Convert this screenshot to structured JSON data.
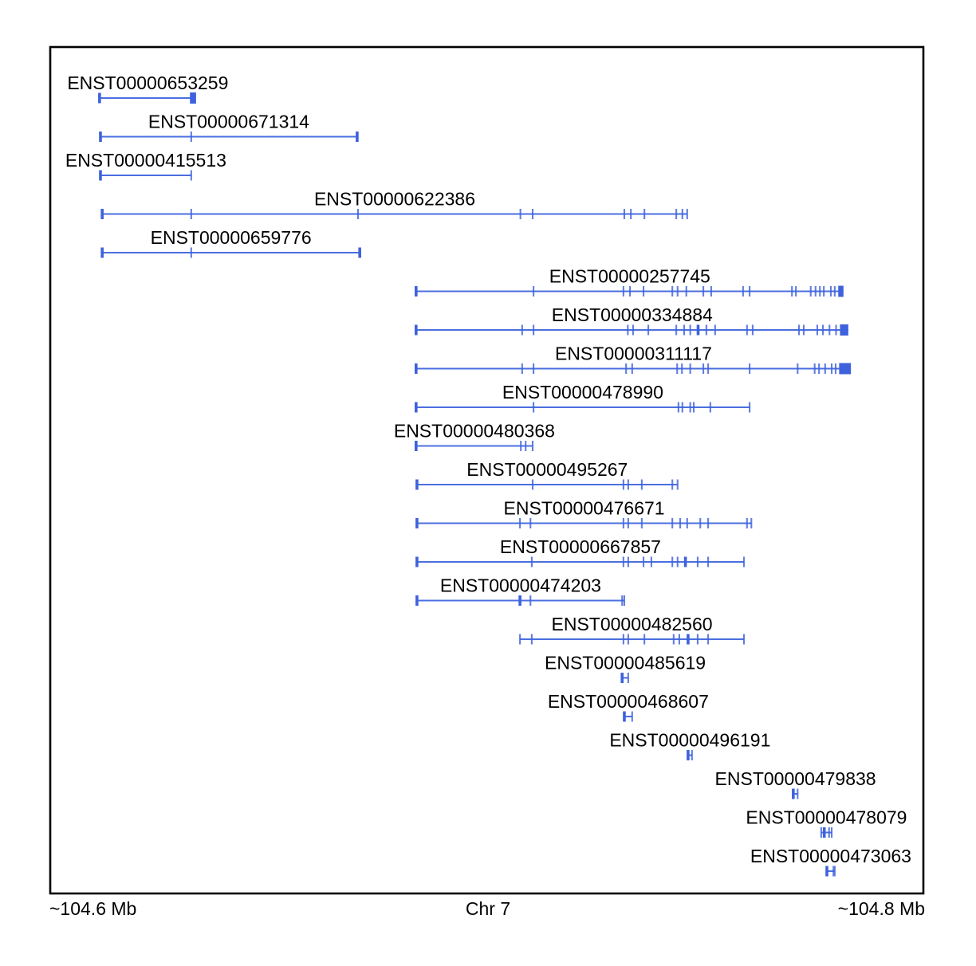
{
  "figure": {
    "background_color": "#ffffff",
    "border_color": "#000000",
    "line_color": "#4b6fe0",
    "exon_color": "#3e62dc",
    "label_color": "#000000"
  },
  "axis": {
    "left_label": "~104.6 Mb",
    "center_label": "Chr 7",
    "right_label": "~104.8 Mb"
  },
  "chart_data": {
    "type": "gene-transcript-track",
    "chromosome": "Chr 7",
    "x_range_mb": [
      104.6,
      104.8
    ],
    "x_axis_note": "positions approximate, read from ~104.6 Mb to ~104.8 Mb axis",
    "transcripts": [
      {
        "id": "ENST00000653259",
        "start_mb": 104.6113,
        "end_mb": 104.6334,
        "thick_ticks_mb": [
          104.6113
        ],
        "ticks_mb": [],
        "box_mb": [
          104.632,
          104.6334
        ]
      },
      {
        "id": "ENST00000671314",
        "start_mb": 104.6115,
        "end_mb": 104.6703,
        "thick_ticks_mb": [
          104.6115,
          104.6703
        ],
        "ticks_mb": [
          104.6323
        ],
        "box_mb": null
      },
      {
        "id": "ENST00000415513",
        "start_mb": 104.6115,
        "end_mb": 104.6323,
        "thick_ticks_mb": [
          104.6115
        ],
        "ticks_mb": [
          104.6323
        ],
        "box_mb": null
      },
      {
        "id": "ENST00000622386",
        "start_mb": 104.6119,
        "end_mb": 104.7459,
        "thick_ticks_mb": [
          104.6119
        ],
        "ticks_mb": [
          104.6323,
          104.6705,
          104.7077,
          104.7105,
          104.7315,
          104.733,
          104.7361,
          104.7434,
          104.7448,
          104.7459
        ],
        "box_mb": null
      },
      {
        "id": "ENST00000659776",
        "start_mb": 104.6119,
        "end_mb": 104.6709,
        "thick_ticks_mb": [
          104.6119,
          104.6709
        ],
        "ticks_mb": [
          104.6323
        ],
        "box_mb": null
      },
      {
        "id": "ENST00000257745",
        "start_mb": 104.6838,
        "end_mb": 104.7817,
        "thick_ticks_mb": [
          104.6838
        ],
        "ticks_mb": [
          104.7107,
          104.7313,
          104.7328,
          104.7359,
          104.7425,
          104.7437,
          104.7457,
          104.7496,
          104.7514,
          104.7587,
          104.7602,
          104.7699,
          104.7708,
          104.7742,
          104.7753,
          104.7763,
          104.7772,
          104.7788,
          104.7797
        ],
        "box_mb": [
          104.7805,
          104.7817
        ]
      },
      {
        "id": "ENST00000334884",
        "start_mb": 104.6838,
        "end_mb": 104.7828,
        "thick_ticks_mb": [
          104.6838,
          104.7484
        ],
        "ticks_mb": [
          104.7081,
          104.7107,
          104.7323,
          104.7335,
          104.737,
          104.7434,
          104.7452,
          104.7466,
          104.7503,
          104.7523,
          104.7596,
          104.7609,
          104.7715,
          104.7726,
          104.7757,
          104.777,
          104.7785,
          104.78
        ],
        "box_mb": [
          104.7809,
          104.7828
        ]
      },
      {
        "id": "ENST00000311117",
        "start_mb": 104.6838,
        "end_mb": 104.7834,
        "thick_ticks_mb": [
          104.6838
        ],
        "ticks_mb": [
          104.7081,
          104.7107,
          104.7319,
          104.7333,
          104.7436,
          104.7447,
          104.7466,
          104.7496,
          104.7507,
          104.7602,
          104.7712,
          104.7751,
          104.7761,
          104.7775,
          104.779,
          104.7799
        ],
        "box_mb": [
          104.7807,
          104.7834
        ]
      },
      {
        "id": "ENST00000478990",
        "start_mb": 104.6838,
        "end_mb": 104.7602,
        "thick_ticks_mb": [
          104.6838
        ],
        "ticks_mb": [
          104.7107,
          104.7439,
          104.7448,
          104.7466,
          104.7474,
          104.7512,
          104.7602
        ],
        "box_mb": null
      },
      {
        "id": "ENST00000480368",
        "start_mb": 104.6838,
        "end_mb": 104.7105,
        "thick_ticks_mb": [
          104.6838
        ],
        "ticks_mb": [
          104.7078,
          104.7089,
          104.7105
        ],
        "box_mb": null
      },
      {
        "id": "ENST00000495267",
        "start_mb": 104.684,
        "end_mb": 104.7437,
        "thick_ticks_mb": [
          104.684
        ],
        "ticks_mb": [
          104.7105,
          104.7313,
          104.7324,
          104.7355,
          104.7425,
          104.7437
        ],
        "box_mb": null
      },
      {
        "id": "ENST00000476671",
        "start_mb": 104.684,
        "end_mb": 104.7606,
        "thick_ticks_mb": [
          104.684
        ],
        "ticks_mb": [
          104.7076,
          104.71,
          104.7313,
          104.7324,
          104.7355,
          104.7425,
          104.7443,
          104.7459,
          104.7489,
          104.7507,
          104.7596,
          104.7606
        ],
        "box_mb": null
      },
      {
        "id": "ENST00000667857",
        "start_mb": 104.684,
        "end_mb": 104.7589,
        "thick_ticks_mb": [
          104.684,
          104.7455
        ],
        "ticks_mb": [
          104.7103,
          104.7313,
          104.7324,
          104.7359,
          104.7377,
          104.7425,
          104.7437,
          104.7483,
          104.7507,
          104.7589
        ],
        "box_mb": null
      },
      {
        "id": "ENST00000474203",
        "start_mb": 104.684,
        "end_mb": 104.7315,
        "thick_ticks_mb": [
          104.684,
          104.7076
        ],
        "ticks_mb": [
          104.71,
          104.731,
          104.7315
        ],
        "box_mb": null
      },
      {
        "id": "ENST00000482560",
        "start_mb": 104.7076,
        "end_mb": 104.7589,
        "thick_ticks_mb": [
          104.7461
        ],
        "ticks_mb": [
          104.7076,
          104.7103,
          104.7313,
          104.7324,
          104.7361,
          104.7428,
          104.7441,
          104.7483,
          104.7507,
          104.7589
        ],
        "box_mb": null
      },
      {
        "id": "ENST00000485619",
        "start_mb": 104.731,
        "end_mb": 104.7324,
        "thick_ticks_mb": [
          104.731
        ],
        "ticks_mb": [
          104.7324
        ],
        "box_mb": null
      },
      {
        "id": "ENST00000468607",
        "start_mb": 104.7315,
        "end_mb": 104.7333,
        "thick_ticks_mb": [
          104.7315
        ],
        "ticks_mb": [
          104.7333
        ],
        "box_mb": null
      },
      {
        "id": "ENST00000496191",
        "start_mb": 104.7461,
        "end_mb": 104.747,
        "thick_ticks_mb": [
          104.7461
        ],
        "ticks_mb": [
          104.747
        ],
        "box_mb": null
      },
      {
        "id": "ENST00000479838",
        "start_mb": 104.7702,
        "end_mb": 104.7712,
        "thick_ticks_mb": [
          104.7702
        ],
        "ticks_mb": [
          104.7712
        ],
        "box_mb": null
      },
      {
        "id": "ENST00000478079",
        "start_mb": 104.7766,
        "end_mb": 104.779,
        "thick_ticks_mb": [
          104.7773
        ],
        "ticks_mb": [
          104.7766,
          104.7784,
          104.779
        ],
        "box_mb": null
      },
      {
        "id": "ENST00000473063",
        "start_mb": 104.7779,
        "end_mb": 104.7797,
        "thick_ticks_mb": [
          104.7779
        ],
        "ticks_mb": [
          104.7794,
          104.7797
        ],
        "box_mb": null
      }
    ]
  }
}
